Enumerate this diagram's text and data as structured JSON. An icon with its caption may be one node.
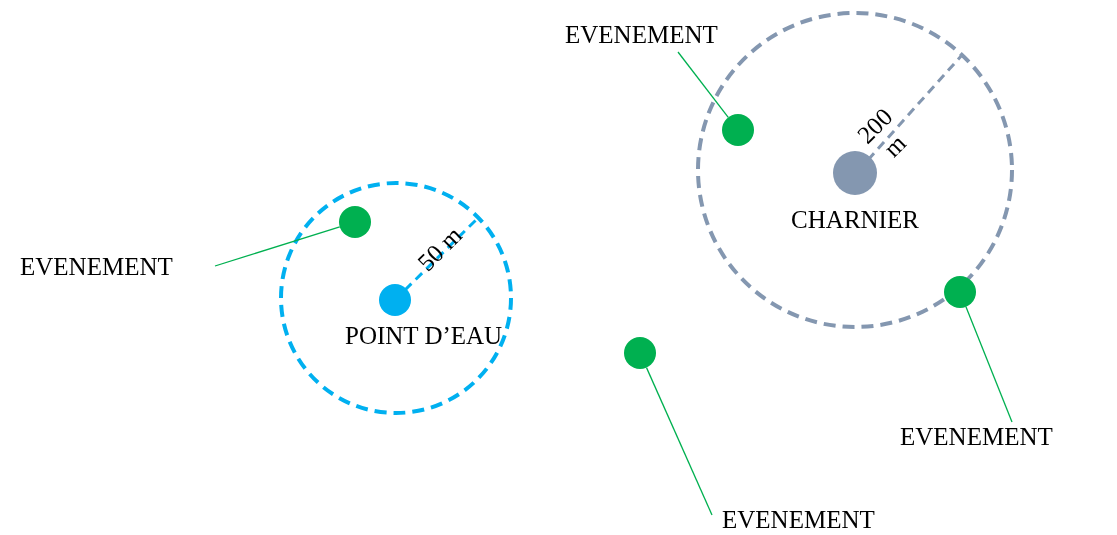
{
  "diagram": {
    "nodes": [
      {
        "text": [
          "EVENEMENT"
        ]
      },
      {
        "text": [],
        "shape": "circle"
      },
      {
        "text": [],
        "shape": "circle",
        "beside": [
          "CHARNIER"
        ]
      },
      {
        "text": [],
        "shape": "circle"
      },
      {
        "text": [
          "EVENEMENT"
        ]
      },
      {
        "text": [],
        "shape": "circle",
        "beside": [
          "POINT D’EAU"
        ]
      },
      {
        "text": [],
        "shape": "circle"
      },
      {
        "text": [],
        "shape": "circle"
      },
      {
        "text": [
          "EVENEMENT"
        ]
      },
      {
        "text": [
          "EVENEMENT"
        ]
      }
    ],
    "edges": [
      {
        "from": 0,
        "to": 1,
        "arrow": "none"
      },
      {
        "from": 4,
        "to": 3,
        "arrow": "none"
      },
      {
        "from": 8,
        "to": 6,
        "arrow": "none"
      },
      {
        "from": 9,
        "to": 7,
        "arrow": "none"
      }
    ],
    "labels": [
      "200 m",
      "50 m"
    ]
  }
}
